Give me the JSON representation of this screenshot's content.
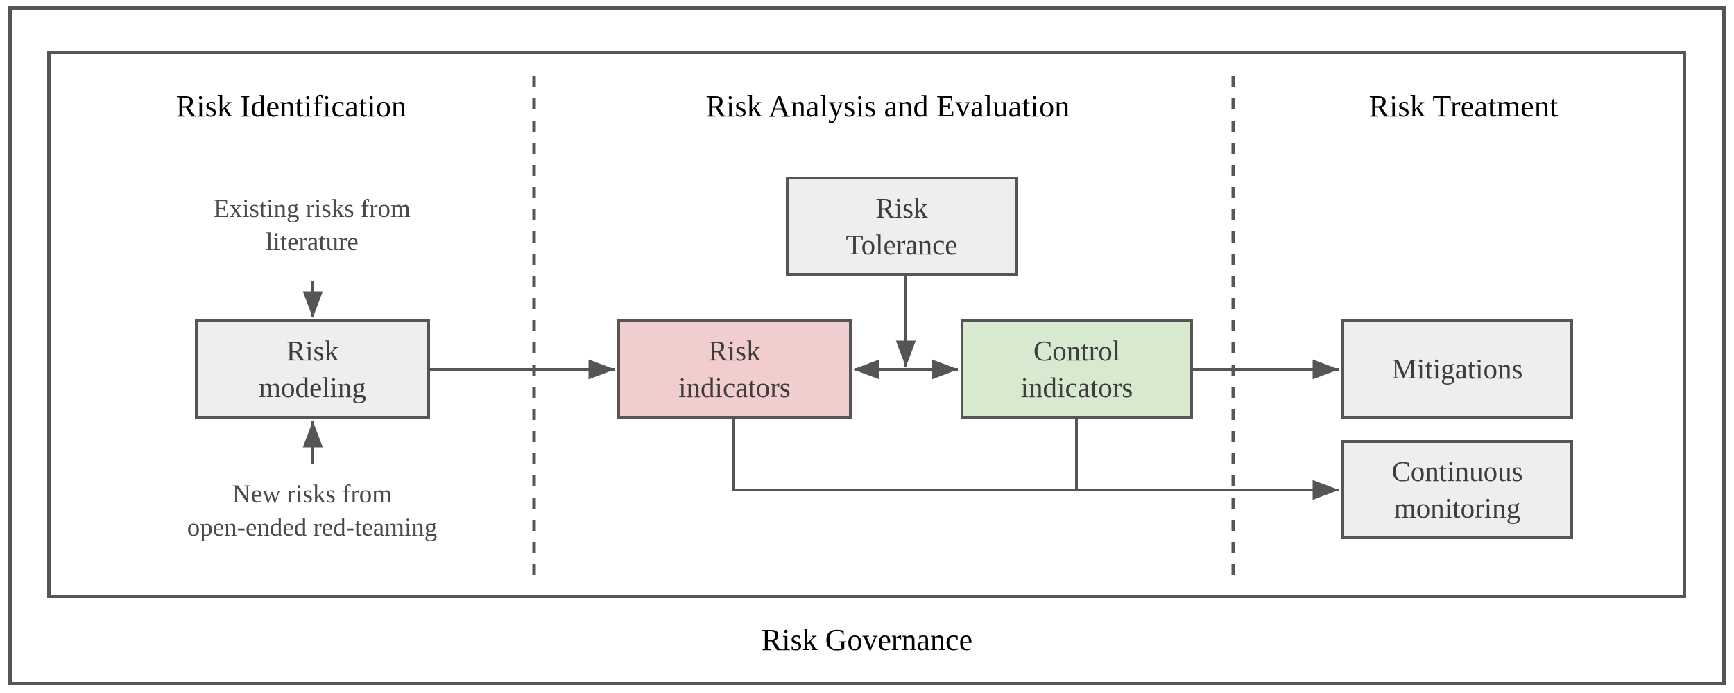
{
  "diagram": {
    "title": "Risk Governance",
    "frame_border_color": "#555555",
    "columns": [
      {
        "id": "risk-identification",
        "label": "Risk Identification"
      },
      {
        "id": "risk-analysis-evaluation",
        "label": "Risk Analysis and Evaluation"
      },
      {
        "id": "risk-treatment",
        "label": "Risk Treatment"
      }
    ],
    "annotations": [
      {
        "id": "existing-risks",
        "line1": "Existing risks from",
        "line2": "literature"
      },
      {
        "id": "new-risks",
        "line1": "New risks from",
        "line2": "open-ended red-teaming"
      }
    ],
    "nodes": [
      {
        "id": "risk-modeling",
        "line1": "Risk",
        "line2": "modeling",
        "fill": "#eeeeee",
        "style": "gray"
      },
      {
        "id": "risk-tolerance",
        "line1": "Risk",
        "line2": "Tolerance",
        "fill": "#eeeeee",
        "style": "gray"
      },
      {
        "id": "risk-indicators",
        "line1": "Risk",
        "line2": "indicators",
        "fill": "#f2cdcd",
        "style": "pink"
      },
      {
        "id": "control-indicators",
        "line1": "Control",
        "line2": "indicators",
        "fill": "#d7e9ce",
        "style": "green"
      },
      {
        "id": "mitigations",
        "line1": "Mitigations",
        "line2": "",
        "fill": "#eeeeee",
        "style": "gray"
      },
      {
        "id": "continuous-monitoring",
        "line1": "Continuous",
        "line2": "monitoring",
        "fill": "#eeeeee",
        "style": "gray"
      }
    ],
    "edges": [
      {
        "id": "existing-risks-to-risk-modeling",
        "from": "existing-risks",
        "to": "risk-modeling",
        "arrow": "single"
      },
      {
        "id": "new-risks-to-risk-modeling",
        "from": "new-risks",
        "to": "risk-modeling",
        "arrow": "single"
      },
      {
        "id": "risk-modeling-to-risk-indicators",
        "from": "risk-modeling",
        "to": "risk-indicators",
        "arrow": "single"
      },
      {
        "id": "risk-tolerance-to-indicator-link",
        "from": "risk-tolerance",
        "to": "indicator-link",
        "arrow": "single"
      },
      {
        "id": "risk-indicators-control-indicators",
        "from": "risk-indicators",
        "to": "control-indicators",
        "arrow": "double"
      },
      {
        "id": "control-indicators-to-mitigations",
        "from": "control-indicators",
        "to": "mitigations",
        "arrow": "single"
      },
      {
        "id": "indicators-to-continuous-monitoring",
        "from": "risk-indicators",
        "to": "continuous-monitoring",
        "arrow": "single"
      }
    ]
  }
}
